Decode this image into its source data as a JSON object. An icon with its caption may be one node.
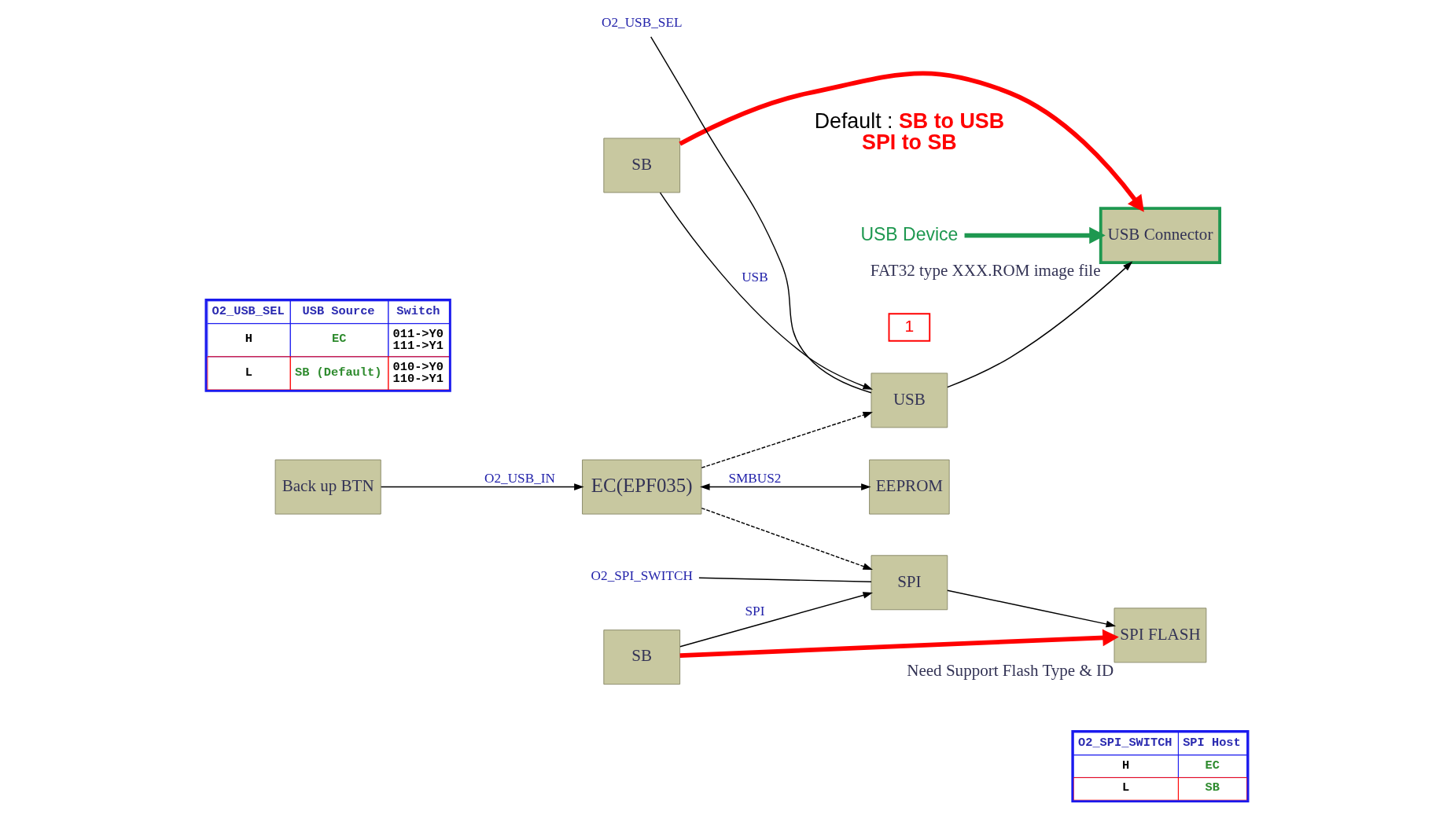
{
  "diagram": {
    "nodes": [
      {
        "text": [
          "SB"
        ]
      },
      {
        "text": [
          "USB"
        ]
      },
      {
        "text": [
          "USB Connector"
        ],
        "beside": [
          "FAT32 type XXX.ROM image file"
        ]
      },
      {
        "text": [
          "Back up BTN"
        ]
      },
      {
        "text": [
          "EC(EPF035)"
        ]
      },
      {
        "text": [
          "SPI"
        ]
      },
      {
        "text": [
          "SPI FLASH"
        ],
        "beside": [
          "Need Support Flash Type & ID"
        ]
      },
      {
        "text": [
          "SB"
        ]
      },
      {
        "text": [
          "EEPROM"
        ]
      },
      {
        "text": [
          "O2_USB_SEL"
        ]
      },
      {
        "text": [
          "O2_SPI_SWITCH"
        ]
      },
      {
        "text": [
          "USB Device"
        ]
      }
    ],
    "edges": [
      {
        "from": 0,
        "to": 1,
        "arrow": "to",
        "label": "USB"
      },
      {
        "from": 0,
        "to": 2,
        "arrow": "to",
        "style": "thick",
        "color": "#ff0000"
      },
      {
        "from": 4,
        "to": 1,
        "arrow": "to",
        "style": "dashed"
      },
      {
        "from": 1,
        "to": 2,
        "arrow": "to"
      },
      {
        "from": 9,
        "to": 1,
        "arrow": "none"
      },
      {
        "from": 11,
        "to": 2,
        "arrow": "to",
        "style": "thick",
        "color": "#1e9850"
      },
      {
        "from": 3,
        "to": 4,
        "arrow": "to",
        "label": "O2_USB_IN"
      },
      {
        "from": 4,
        "to": 5,
        "arrow": "to",
        "style": "dashed"
      },
      {
        "from": 7,
        "to": 5,
        "arrow": "to",
        "label": "SPI"
      },
      {
        "from": 7,
        "to": 6,
        "arrow": "to",
        "style": "thick",
        "color": "#ff0000"
      },
      {
        "from": 5,
        "to": 6,
        "arrow": "to"
      },
      {
        "from": 10,
        "to": 5,
        "arrow": "none"
      },
      {
        "from": 4,
        "to": 8,
        "arrow": "both",
        "label": "SMBUS2"
      }
    ],
    "labels": [
      "Default :",
      "SB to USB",
      "SPI to SB",
      "1",
      "O2_USB_SEL",
      "USB Source",
      "Switch",
      "H",
      "EC",
      "011->Y0 111->Y1",
      "L",
      "SB (Default)",
      "010->Y0 110->Y1",
      "O2_SPI_SWITCH",
      "SPI Host",
      "H",
      "EC",
      "L",
      "SB"
    ]
  }
}
